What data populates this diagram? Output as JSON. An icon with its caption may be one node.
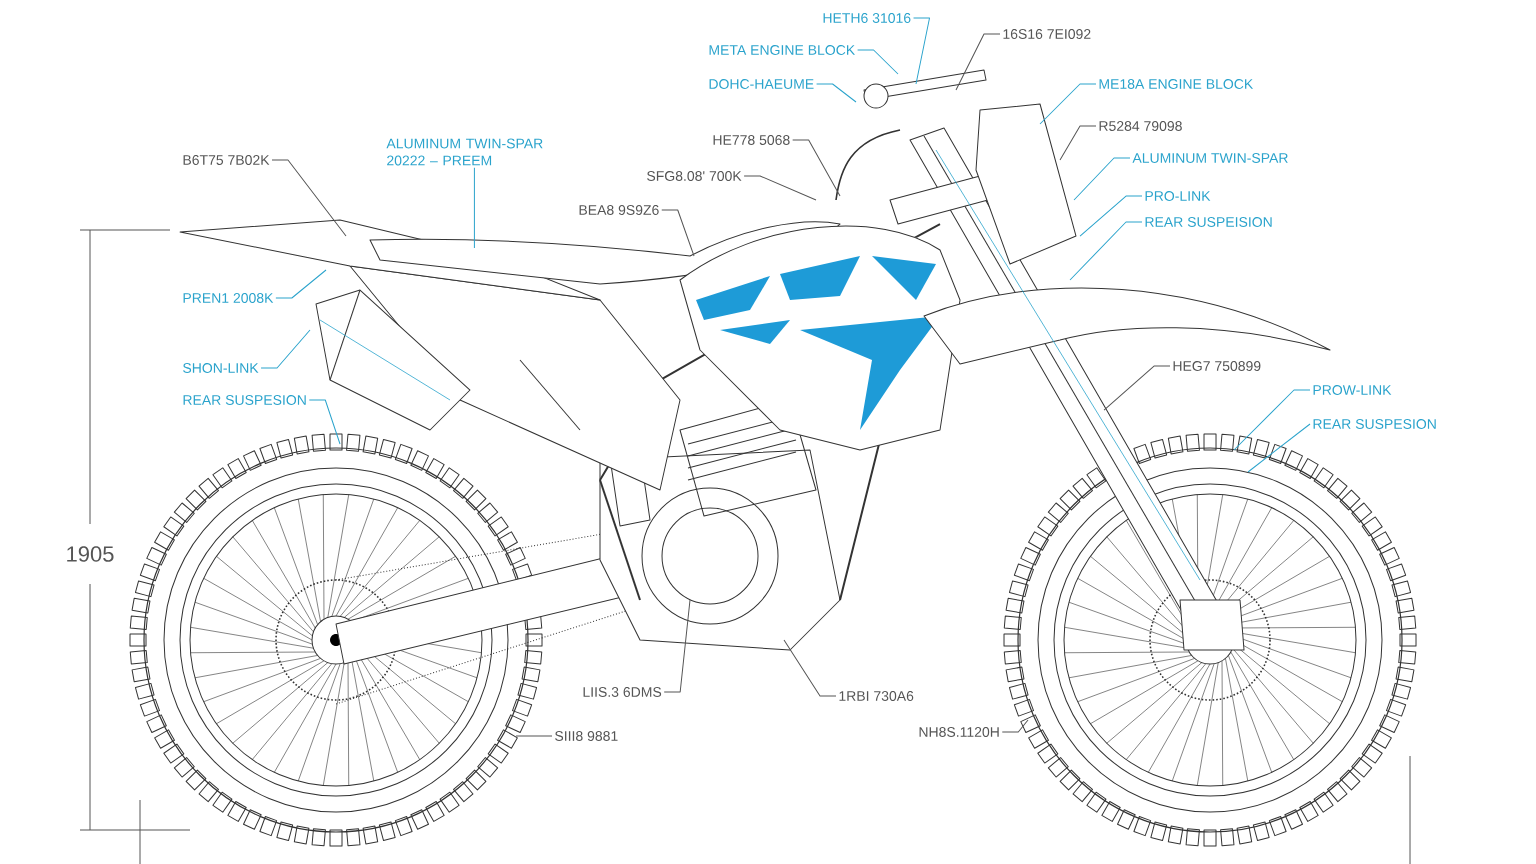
{
  "diagram": {
    "nodes": [
      {
        "text": [
          "HETH6 31016"
        ]
      },
      {
        "text": [
          "META ENGINE BLOCK"
        ]
      },
      {
        "text": [
          "DOHC-HAEUME"
        ]
      },
      {
        "text": [
          "16S16 7EI092"
        ]
      },
      {
        "text": [
          "HE778 5068"
        ]
      },
      {
        "text": [
          "SFG8.08' 700K"
        ]
      },
      {
        "text": [
          "BEA8 9S9Z6"
        ]
      },
      {
        "text": [
          "B6T75 7B02K"
        ]
      },
      {
        "text": [
          "ALUMINUM TWIN-SPAR 20222 – PREEM"
        ]
      },
      {
        "text": [
          "PREN1 2008K"
        ]
      },
      {
        "text": [
          "SHON-LINK"
        ]
      },
      {
        "text": [
          "REAR SUSPESION"
        ]
      },
      {
        "text": [
          "ME18A ENGINE BLOCK"
        ]
      },
      {
        "text": [
          "R5284 79098"
        ]
      },
      {
        "text": [
          "ALUMINUM TWIN-SPAR"
        ]
      },
      {
        "text": [
          "PRO-LINK"
        ]
      },
      {
        "text": [
          "REAR SUSPEISION"
        ]
      },
      {
        "text": [
          "HEG7 750899"
        ]
      },
      {
        "text": [
          "PROW-LINK"
        ]
      },
      {
        "text": [
          "REAR SUSPESION"
        ]
      },
      {
        "text": [
          "LIIS.3 6DMS"
        ]
      },
      {
        "text": [
          "SIII8 9881"
        ]
      },
      {
        "text": [
          "1RBI 730A6"
        ]
      },
      {
        "text": [
          "NH8S.1120H"
        ]
      }
    ],
    "edges": [
      {
        "from": 0,
        "to": null,
        "arrow": "none"
      },
      {
        "from": 1,
        "to": null,
        "arrow": "none"
      },
      {
        "from": 2,
        "to": null,
        "arrow": "none"
      },
      {
        "from": 3,
        "to": null,
        "arrow": "none",
        "color": "#555555"
      },
      {
        "from": 4,
        "to": null,
        "arrow": "none",
        "color": "#555555"
      },
      {
        "from": 5,
        "to": null,
        "arrow": "none",
        "color": "#555555"
      },
      {
        "from": 6,
        "to": null,
        "arrow": "none",
        "color": "#555555"
      },
      {
        "from": 7,
        "to": null,
        "arrow": "none",
        "color": "#555555"
      },
      {
        "from": 8,
        "to": null,
        "arrow": "none"
      },
      {
        "from": 9,
        "to": null,
        "arrow": "none"
      },
      {
        "from": 10,
        "to": null,
        "arrow": "none"
      },
      {
        "from": 11,
        "to": null,
        "arrow": "none"
      },
      {
        "from": 12,
        "to": null,
        "arrow": "none"
      },
      {
        "from": 13,
        "to": null,
        "arrow": "none",
        "color": "#555555"
      },
      {
        "from": 14,
        "to": null,
        "arrow": "none"
      },
      {
        "from": 15,
        "to": null,
        "arrow": "none"
      },
      {
        "from": 16,
        "to": null,
        "arrow": "none"
      },
      {
        "from": 17,
        "to": null,
        "arrow": "none",
        "color": "#555555"
      },
      {
        "from": 18,
        "to": null,
        "arrow": "none"
      },
      {
        "from": 19,
        "to": null,
        "arrow": "none"
      },
      {
        "from": 20,
        "to": null,
        "arrow": "none",
        "color": "#555555"
      },
      {
        "from": 21,
        "to": null,
        "arrow": "none",
        "color": "#555555"
      },
      {
        "from": 22,
        "to": null,
        "arrow": "none",
        "color": "#555555"
      },
      {
        "from": 23,
        "to": null,
        "arrow": "none",
        "color": "#555555"
      }
    ],
    "labels": [
      "1905"
    ]
  }
}
